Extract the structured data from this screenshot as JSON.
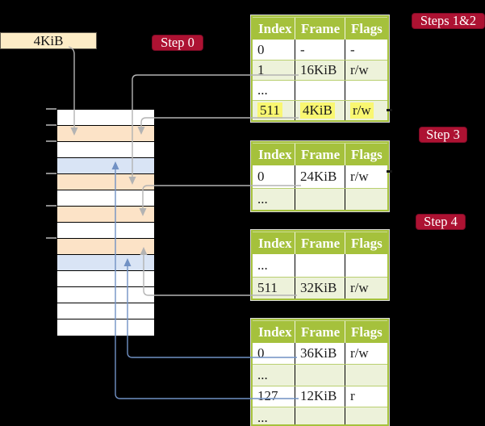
{
  "colors": {
    "background": "#000000",
    "badge_bg": "#ad1232",
    "badge_border": "#7d0b26",
    "badge_text": "#ffffff",
    "table_header_bg": "#a5c13c",
    "table_border": "#a5c13c",
    "table_row_alt_bg": "#edf2da",
    "table_row_divider": "#b9cf70",
    "cell_text": "#1c1c1c",
    "frame_label_bg": "#fdecc6",
    "memory_row_white": "#ffffff",
    "memory_frame_peach": "#fce3c7",
    "memory_frame_blue": "#d9e4f5",
    "highlight_yellow": "#f9f771",
    "connector_gray": "#b3b3b3",
    "connector_blue": "#7191c4",
    "tick_gray": "#8c8c8c"
  },
  "frame_label_box": {
    "label": "4KiB"
  },
  "badges": [
    {
      "id": "step0",
      "label": "Step 0"
    },
    {
      "id": "steps12",
      "label": "Steps 1&2"
    },
    {
      "id": "step3",
      "label": "Step 3"
    },
    {
      "id": "step4",
      "label": "Step 4"
    }
  ],
  "memory": {
    "row_types": [
      "white",
      "peach",
      "white",
      "blue",
      "peach",
      "white",
      "peach",
      "white",
      "peach",
      "blue",
      "white",
      "white",
      "white",
      "white"
    ]
  },
  "tables": [
    {
      "columns": [
        "Index",
        "Frame",
        "Flags"
      ],
      "rows": [
        {
          "index": "0",
          "frame": "-",
          "flags": "-"
        },
        {
          "index": "1",
          "frame": "16KiB",
          "flags": "r/w"
        },
        {
          "index": "...",
          "frame": "",
          "flags": ""
        },
        {
          "index": "511",
          "frame": "4KiB",
          "flags": "r/w"
        }
      ]
    },
    {
      "columns": [
        "Index",
        "Frame",
        "Flags"
      ],
      "rows": [
        {
          "index": "0",
          "frame": "24KiB",
          "flags": "r/w"
        },
        {
          "index": "...",
          "frame": "",
          "flags": ""
        }
      ]
    },
    {
      "columns": [
        "Index",
        "Frame",
        "Flags"
      ],
      "rows": [
        {
          "index": "...",
          "frame": "",
          "flags": ""
        },
        {
          "index": "511",
          "frame": "32KiB",
          "flags": "r/w"
        }
      ]
    },
    {
      "columns": [
        "Index",
        "Frame",
        "Flags"
      ],
      "rows": [
        {
          "index": "0",
          "frame": "36KiB",
          "flags": "r/w"
        },
        {
          "index": "...",
          "frame": "",
          "flags": ""
        },
        {
          "index": "127",
          "frame": "12KiB",
          "flags": "r"
        },
        {
          "index": "...",
          "frame": "",
          "flags": ""
        }
      ]
    }
  ]
}
